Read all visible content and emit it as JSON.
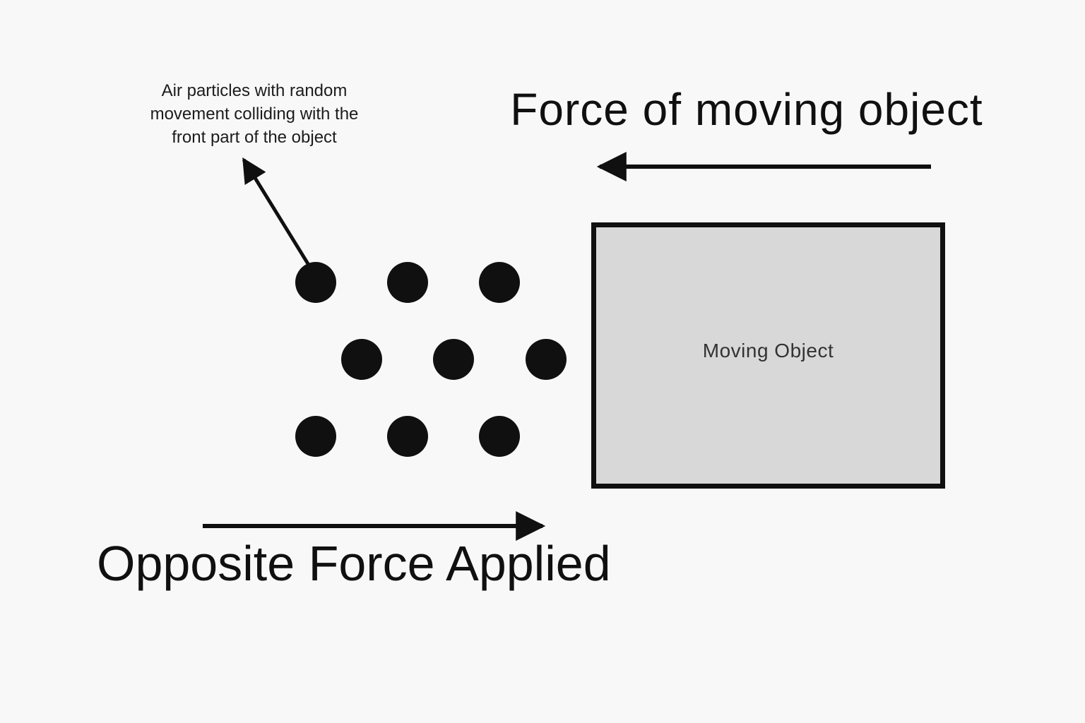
{
  "colors": {
    "background": "#f8f8f8",
    "ink": "#101010",
    "object_fill": "#d8d8d8",
    "object_label_color": "#333333"
  },
  "annotation": {
    "lines": [
      "Air particles with random",
      "movement colliding with the",
      "front part of the object"
    ]
  },
  "labels": {
    "force_of_moving_object": "Force of moving object",
    "opposite_force": "Opposite Force Applied",
    "moving_object": "Moving Object"
  },
  "particles": {
    "count": 9,
    "rows": 3,
    "per_row": 3
  }
}
